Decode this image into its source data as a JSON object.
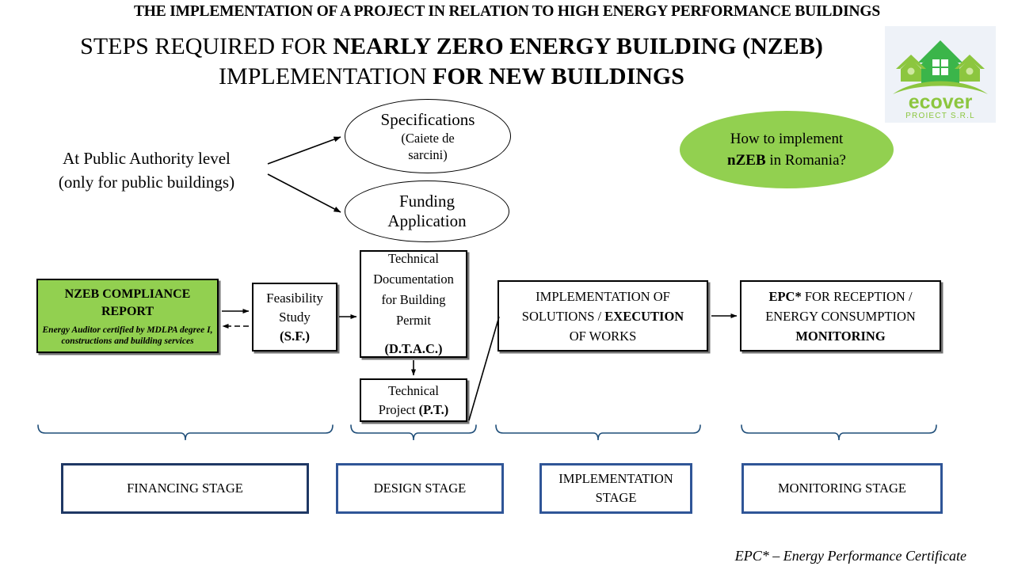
{
  "header": {
    "title": "THE IMPLEMENTATION OF A PROJECT IN RELATION TO HIGH ENERGY PERFORMANCE BUILDINGS"
  },
  "main_title": {
    "line1_normal": "STEPS REQUIRED FOR ",
    "line1_bold": "NEARLY ZERO ENERGY BUILDING (NZEB)",
    "line2_normal": "IMPLEMENTATION ",
    "line2_bold": "FOR NEW BUILDINGS"
  },
  "logo": {
    "brand": "ecover",
    "subtitle": "PROIECT S.R.L",
    "colors": {
      "dark_green": "#3bb54a",
      "light_green": "#8cc63f",
      "background": "#eef2f8"
    }
  },
  "authority": {
    "line1": "At Public Authority level",
    "line2": "(only for public buildings)"
  },
  "ellipses": {
    "specifications": {
      "line1": "Specifications",
      "line2": "(Caiete de",
      "line3": "sarcini)"
    },
    "funding": {
      "line1": "Funding",
      "line2": "Application"
    },
    "nzeb_question": {
      "line1": "How to implement",
      "line2_bold": "nZEB",
      "line2_rest": " in Romania?",
      "fill": "#92D050"
    }
  },
  "flow_boxes": {
    "nzeb_report": {
      "title_line1": "NZEB COMPLIANCE",
      "title_line2": "REPORT",
      "sub_line1": "Energy Auditor certified by MDLPA degree I,",
      "sub_line2": "constructions and building services",
      "fill": "#92D050"
    },
    "feasibility": {
      "line1": "Feasibility",
      "line2": "Study",
      "line3_bold": "(S.F.)"
    },
    "dtac": {
      "line1": "Technical",
      "line2": "Documentation",
      "line3": "for Building",
      "line4": "Permit",
      "code_bold": "(D.T.A.C.)"
    },
    "technical_project": {
      "line1": "Technical",
      "line2_normal": "Project ",
      "line2_bold": "(P.T.)"
    },
    "implementation": {
      "line1": "IMPLEMENTATION OF",
      "line2_normal": "SOLUTIONS / ",
      "line2_bold": "EXECUTION",
      "line3": "OF WORKS"
    },
    "epc": {
      "line1_bold": "EPC*",
      "line1_rest": " FOR RECEPTION /",
      "line2": "ENERGY CONSUMPTION",
      "line3_bold": "MONITORING"
    }
  },
  "stages": [
    {
      "label": "FINANCING STAGE",
      "border": "#1F3864"
    },
    {
      "label": "DESIGN STAGE",
      "border": "#2F5597"
    },
    {
      "label": "IMPLEMENTATION STAGE",
      "line1": "IMPLEMENTATION",
      "line2": "STAGE",
      "border": "#2F5597"
    },
    {
      "label": "MONITORING STAGE",
      "border": "#2F5597"
    }
  ],
  "footer": {
    "note": "EPC* – Energy Performance Certificate"
  }
}
